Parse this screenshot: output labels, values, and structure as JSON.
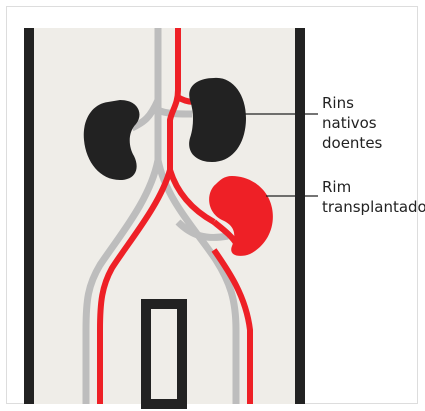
{
  "labels": {
    "native": [
      "Rins",
      "nativos",
      "doentes"
    ],
    "transplant": [
      "Rim",
      "transplantado"
    ]
  },
  "colors": {
    "body_fill": "#efede8",
    "body_wall": "#222222",
    "kidney_native": "#222222",
    "kidney_transplant": "#ee2026",
    "artery": "#ee2026",
    "vein": "#bdbdbd",
    "pointer_line": "#222222"
  }
}
